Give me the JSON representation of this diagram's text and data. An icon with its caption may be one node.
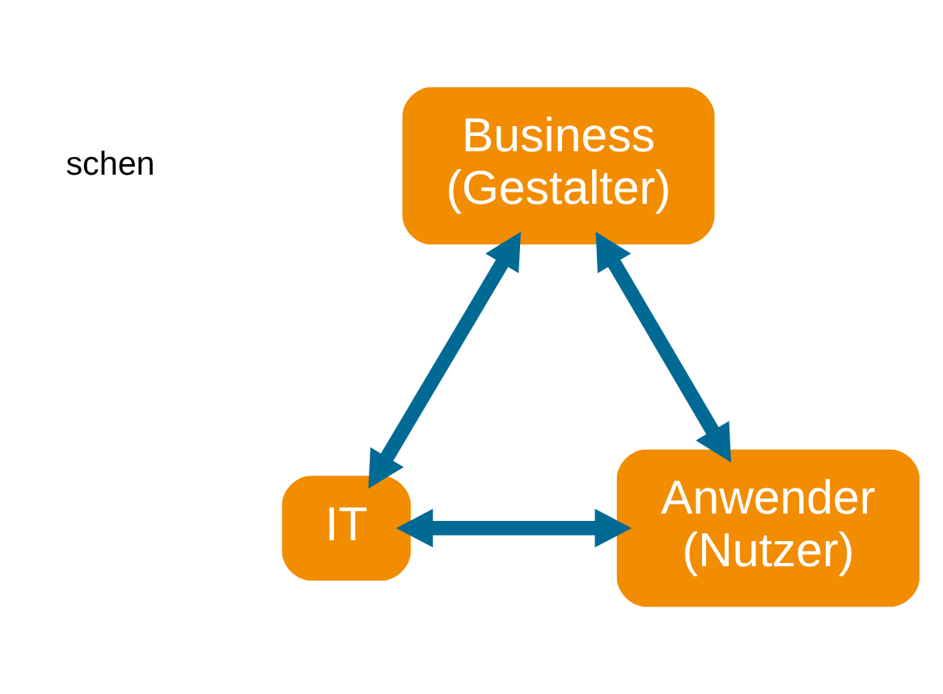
{
  "diagram": {
    "nodes": [
      {
        "text": [
          "Business (Gestalter)"
        ]
      },
      {
        "text": [
          "IT"
        ]
      },
      {
        "text": [
          "Anwender (Nutzer)"
        ]
      }
    ],
    "edges": [
      {
        "from": 0,
        "to": 1,
        "arrow": "both"
      },
      {
        "from": 0,
        "to": 2,
        "arrow": "both"
      },
      {
        "from": 1,
        "to": 2,
        "arrow": "both"
      }
    ],
    "labels": [
      "schen"
    ]
  }
}
